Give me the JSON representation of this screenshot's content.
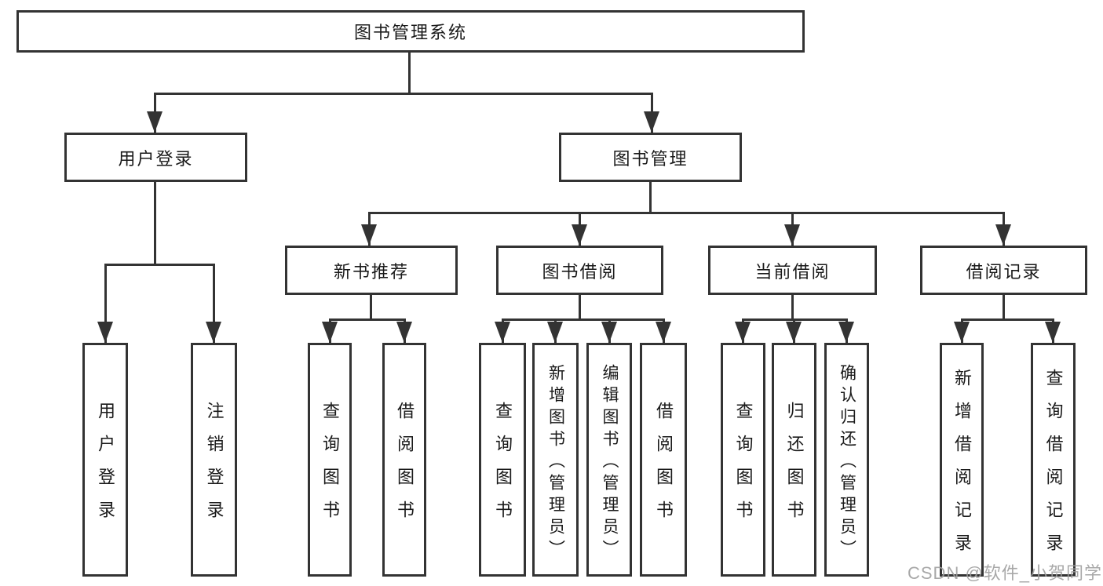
{
  "tree": {
    "root": {
      "label": "图书管理系统"
    },
    "level1": [
      {
        "label": "用户登录",
        "children": [
          "用户登录",
          "注销登录"
        ]
      },
      {
        "label": "图书管理"
      }
    ],
    "level2": [
      {
        "label": "新书推荐",
        "children": [
          "查询图书",
          "借阅图书"
        ]
      },
      {
        "label": "图书借阅",
        "children": [
          "查询图书",
          "新增图书（管理员）",
          "编辑图书（管理员）",
          "借阅图书"
        ]
      },
      {
        "label": "当前借阅",
        "children": [
          "查询图书",
          "归还图书",
          "确认归还（管理员）"
        ]
      },
      {
        "label": "借阅记录",
        "children": [
          "新增借阅记录",
          "查询借阅记录"
        ]
      }
    ]
  },
  "watermark": {
    "text": "CSDN @软件_小贺同学"
  },
  "colors": {
    "line": "#333333",
    "text": "#1a1a1a",
    "background": "#ffffff",
    "watermark": "#9e9e9e"
  }
}
